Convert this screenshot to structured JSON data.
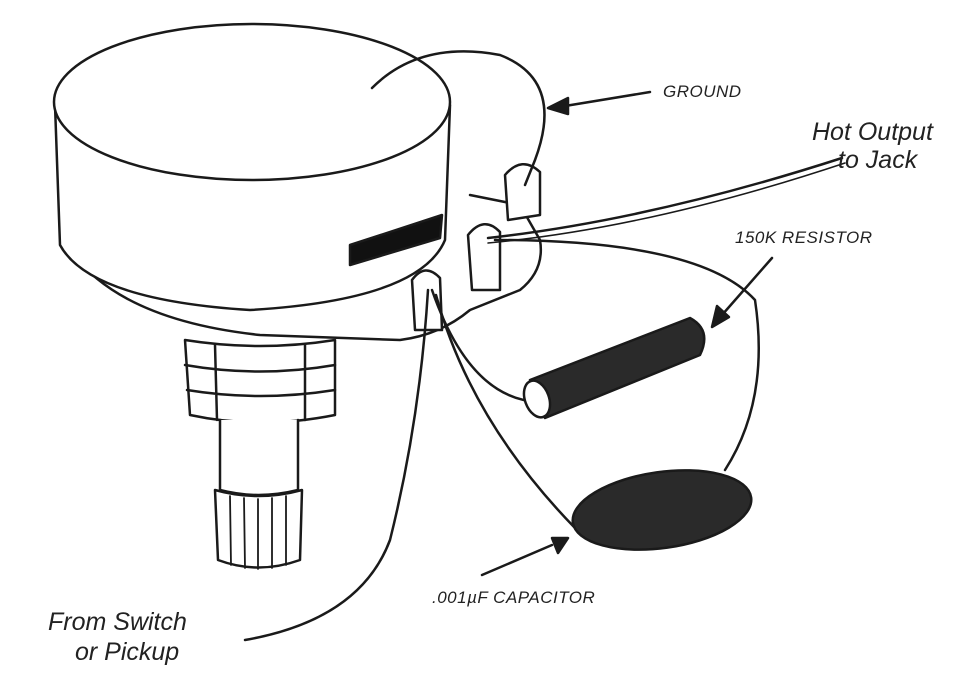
{
  "labels": {
    "ground": "GROUND",
    "hot_output_line1": "Hot Output",
    "hot_output_line2": "to Jack",
    "resistor": "150K RESISTOR",
    "capacitor": ".001µF CAPACITOR",
    "from_switch_line1": "From Switch",
    "from_switch_line2": "or Pickup"
  },
  "colors": {
    "ink": "#1a1a1a",
    "paper": "#ffffff",
    "component_fill": "#2a2a2a"
  }
}
